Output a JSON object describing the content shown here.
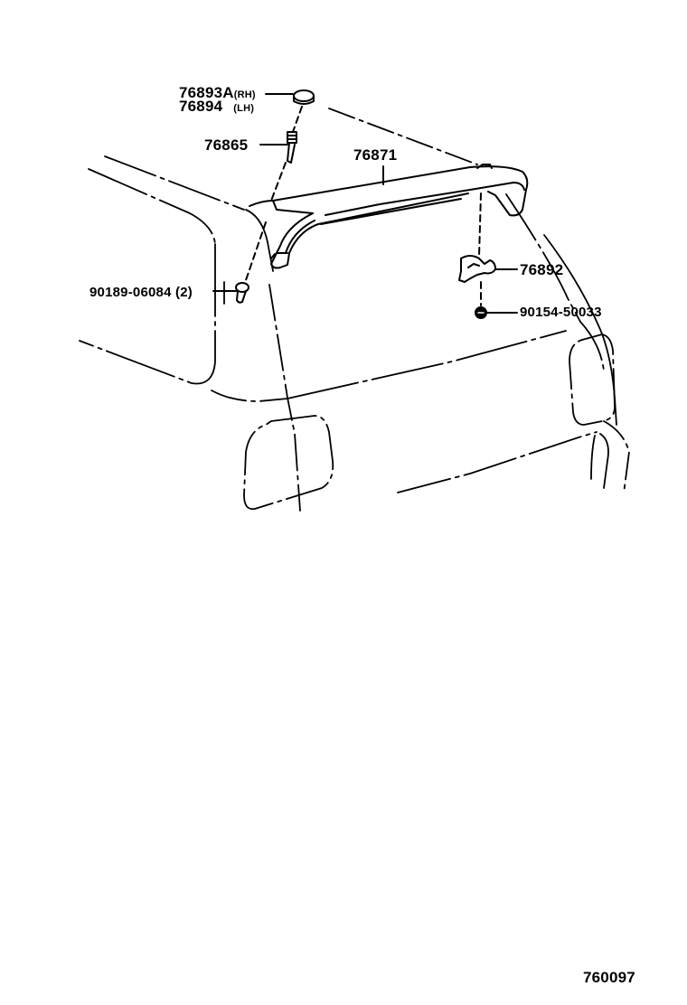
{
  "diagram": {
    "type": "exploded parts diagram",
    "subject": "Rear spoiler assembly (rear hatch of vehicle)",
    "colors": {
      "line": "#000000",
      "background": "#ffffff"
    },
    "callouts": [
      {
        "id": "c1",
        "part_no": "76893A",
        "suffix": "(RH)",
        "part": "cap / cover"
      },
      {
        "id": "c2",
        "part_no": "76894",
        "suffix": "(LH)",
        "part": "cap / cover"
      },
      {
        "id": "c3",
        "part_no": "76865",
        "suffix": "",
        "part": "stud bolt"
      },
      {
        "id": "c4",
        "part_no": "76871",
        "suffix": "",
        "part": "rear spoiler"
      },
      {
        "id": "c5",
        "part_no": "90189-06084",
        "suffix": "(2)",
        "part": "screw"
      },
      {
        "id": "c6",
        "part_no": "76892",
        "suffix": "",
        "part": "bracket"
      },
      {
        "id": "c7",
        "part_no": "90154-50033",
        "suffix": "",
        "part": "screw"
      }
    ],
    "figure_number": "760097"
  }
}
